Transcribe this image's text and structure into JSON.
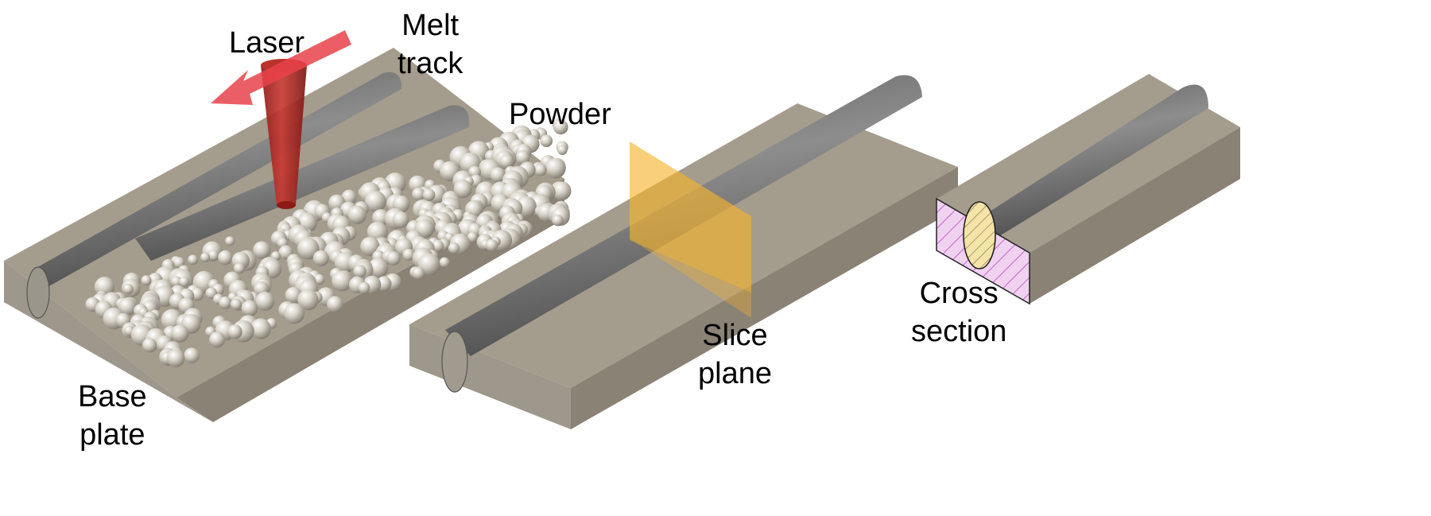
{
  "labels": {
    "laser": "Laser",
    "melt_track": [
      "Melt",
      "track"
    ],
    "powder": "Powder",
    "base_plate": [
      "Base",
      "plate"
    ],
    "slice_plane": [
      "Slice",
      "plane"
    ],
    "cross_section": [
      "Cross",
      "section"
    ]
  },
  "colors": {
    "plate_top": "#a49c8d",
    "plate_side": "#8c8476",
    "plate_front": "#9f998e",
    "track": "#6f6f6f",
    "powder": "#d9d4c9",
    "laser_beam": "#b3221d",
    "laser_arrow": "#e8424a",
    "slice_plane": "#f5b52f",
    "section_fill": "#f0d2f0",
    "section_hatch": "#c040c0",
    "melt_pool_fill": "#f5e4a8"
  },
  "icons": [
    "laser-beam-icon",
    "scan-direction-arrow-icon",
    "powder-particle-icon"
  ]
}
